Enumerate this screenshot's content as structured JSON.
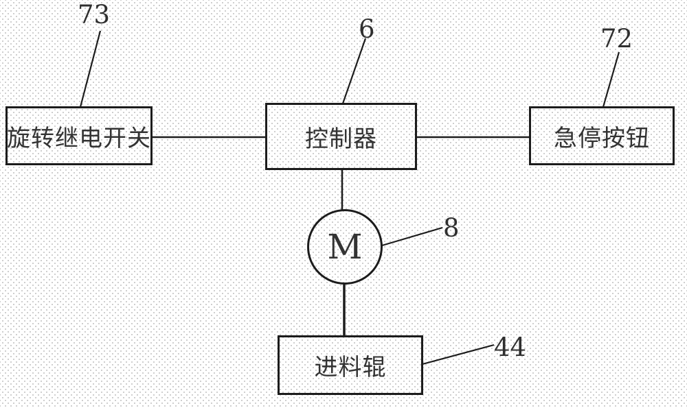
{
  "diagram": {
    "title_hint": "control-system block diagram",
    "colors": {
      "line": "#1c1c1c",
      "text": "#333333",
      "background": "#ffffff",
      "dot_texture": "#c2c2c2"
    },
    "boxes": [
      {
        "id": "rotary-relay-switch",
        "label": "旋转继电开关",
        "ref": "73"
      },
      {
        "id": "controller",
        "label": "控制器",
        "ref": "6"
      },
      {
        "id": "emergency-stop-button",
        "label": "急停按钮",
        "ref": "72"
      },
      {
        "id": "feed-roller",
        "label": "进料辊",
        "ref": "44"
      }
    ],
    "motor": {
      "label": "M",
      "ref": "8"
    }
  }
}
